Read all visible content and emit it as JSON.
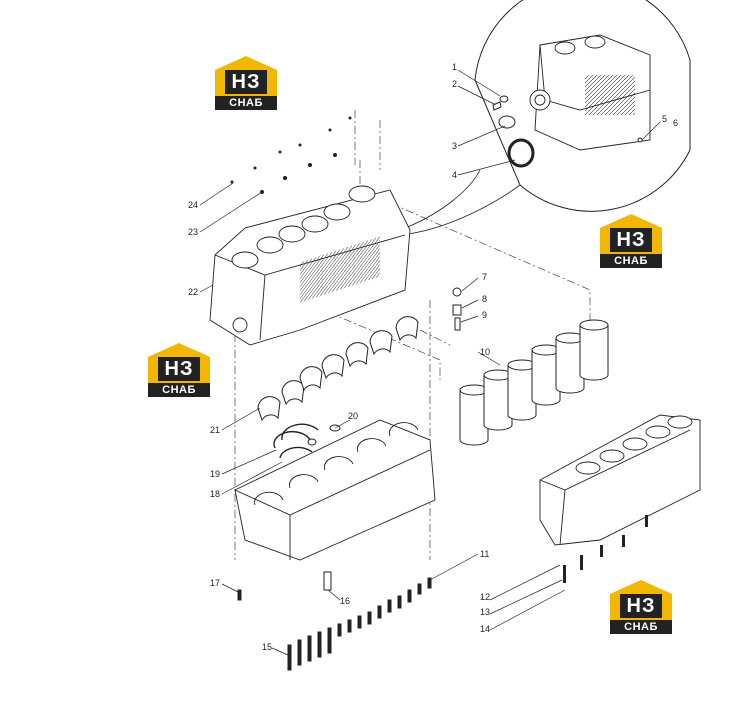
{
  "brand": {
    "mark": "НЗ",
    "word": "СНАБ",
    "color": "#f2b705"
  },
  "callouts": [
    "1",
    "2",
    "3",
    "4",
    "5",
    "6",
    "7",
    "8",
    "9",
    "10",
    "11",
    "12",
    "13",
    "14",
    "15",
    "16",
    "17",
    "18",
    "19",
    "20",
    "21",
    "22",
    "23",
    "24"
  ]
}
